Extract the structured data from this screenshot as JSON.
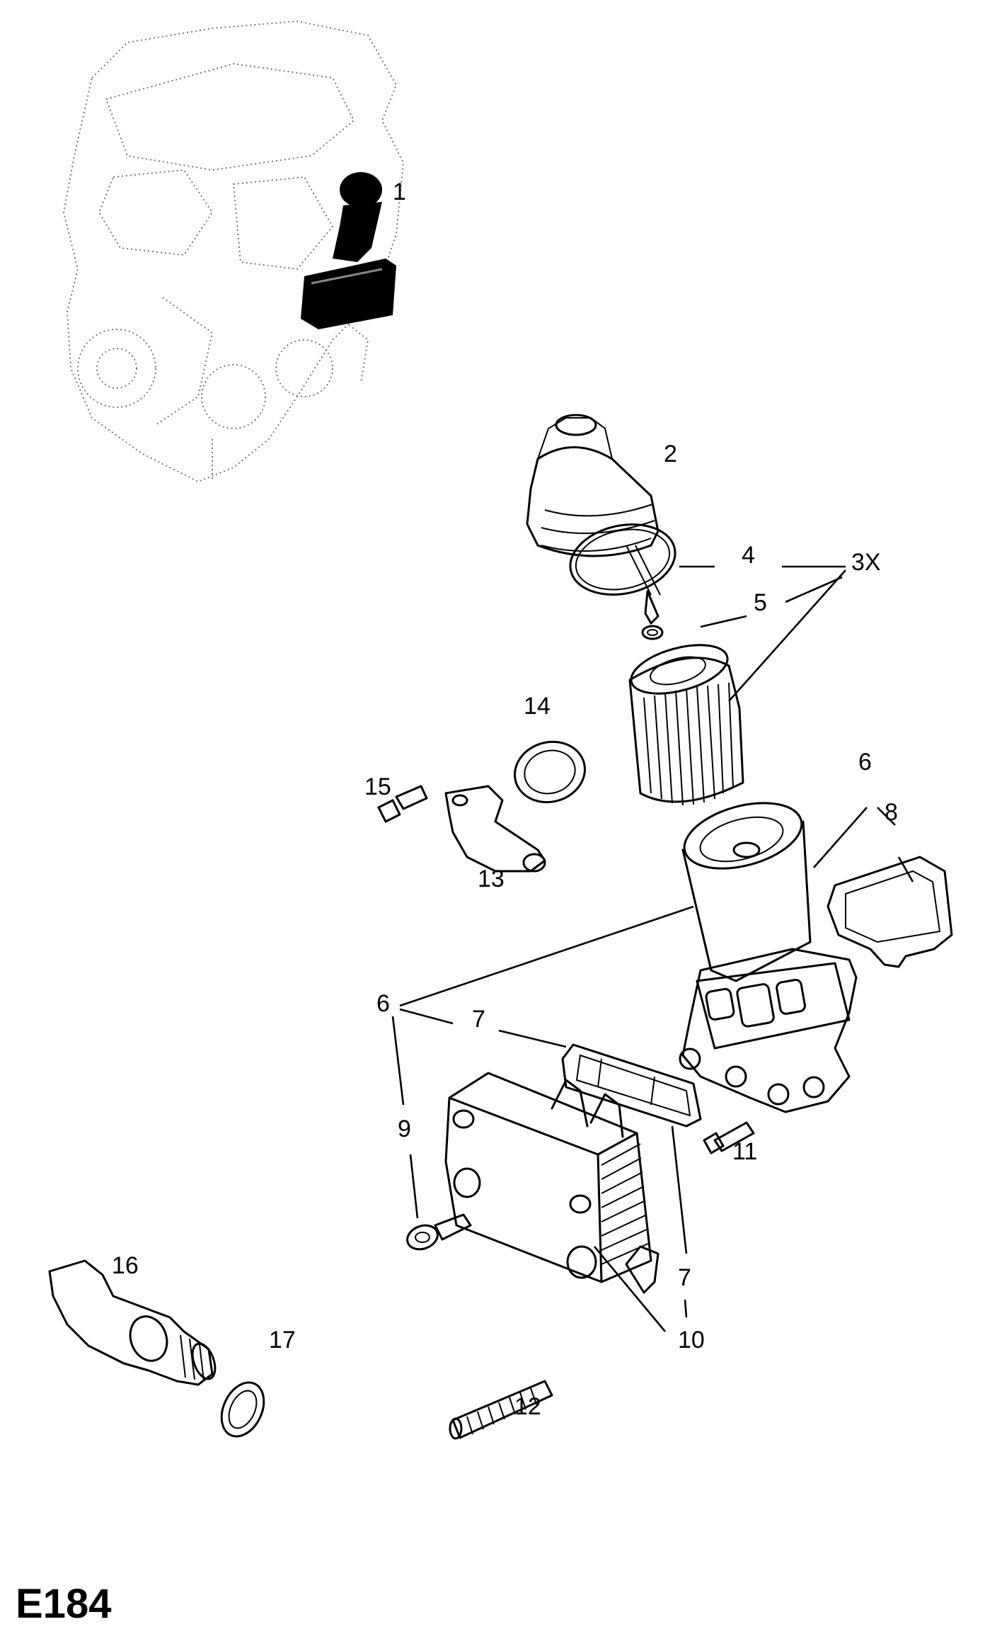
{
  "figure_id": "E184",
  "callouts": {
    "c1": "1",
    "c2": "2",
    "c3": "3X",
    "c4": "4",
    "c5": "5",
    "c6a": "6",
    "c6b": "6",
    "c7a": "7",
    "c7b": "7",
    "c8": "8",
    "c9": "9",
    "c10": "10",
    "c11": "11",
    "c12": "12",
    "c13": "13",
    "c14": "14",
    "c15": "15",
    "c16": "16",
    "c17": "17"
  },
  "colors": {
    "line": "#000000",
    "engine_shade": "#777777",
    "background": "#ffffff"
  }
}
